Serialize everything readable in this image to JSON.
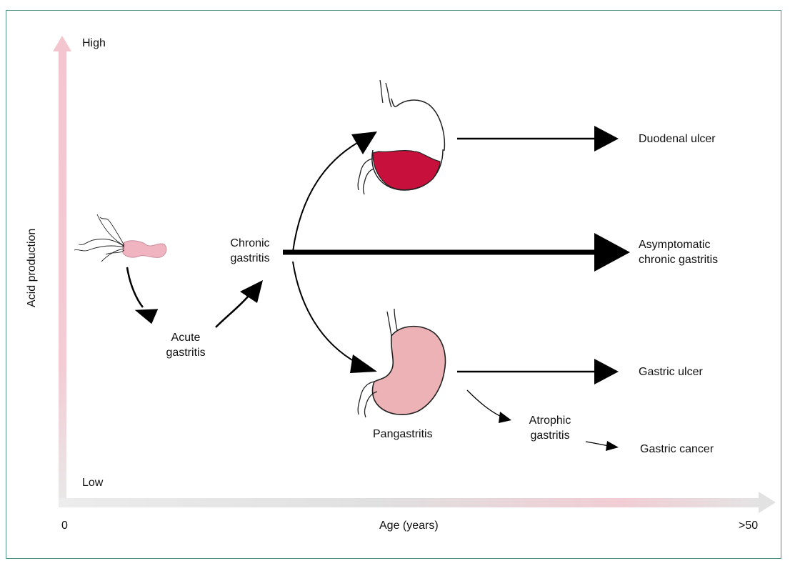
{
  "axes": {
    "y_label": "Acid production",
    "y_high": "High",
    "y_low": "Low",
    "x_label": "Age (years)",
    "x_start": "0",
    "x_end": ">50"
  },
  "stages": {
    "acute": [
      "Acute",
      "gastritis"
    ],
    "chronic": [
      "Chronic",
      "gastritis"
    ],
    "pangastritis": "Pangastritis",
    "atrophic": [
      "Atrophic",
      "gastritis"
    ]
  },
  "outcomes": {
    "duodenal_ulcer": "Duodenal ulcer",
    "asymptomatic": [
      "Asymptomatic",
      "chronic gastritis"
    ],
    "gastric_ulcer": "Gastric ulcer",
    "gastric_cancer": "Gastric cancer"
  },
  "colors": {
    "frame": "#4f8f88",
    "axis_y": "#f2c6cf",
    "axis_x": "#d9d9d9",
    "bacterium": "#f0b3c0",
    "duodenal_stomach_fill": "#c8103c",
    "pan_stomach_fill": "#ecb2b5"
  }
}
